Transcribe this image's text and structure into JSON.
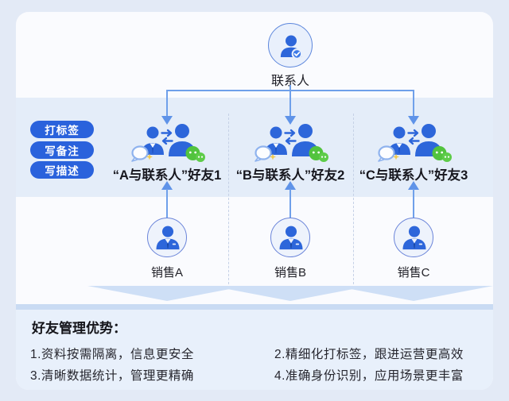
{
  "diagram": {
    "contact": {
      "label": "联系人"
    },
    "action_tags": [
      {
        "label": "打标签"
      },
      {
        "label": "写备注"
      },
      {
        "label": "写描述"
      }
    ],
    "friend_groups": [
      {
        "label": "“A与联系人”好友1"
      },
      {
        "label": "“B与联系人”好友2"
      },
      {
        "label": "“C与联系人”好友3"
      }
    ],
    "sales": [
      {
        "label": "销售A"
      },
      {
        "label": "销售B"
      },
      {
        "label": "销售C"
      }
    ]
  },
  "advantages": {
    "title": "好友管理优势：",
    "items": [
      "1.资料按需隔离，信息更安全",
      "2.精细化打标签，跟进运营更高效",
      "3.清晰数据统计，管理更精确",
      "4.准确身份识别，应用场景更丰富"
    ]
  },
  "icons": {
    "contact": "user-verified-icon",
    "friend_group": "friends-exchange-icon",
    "sales": "business-person-icon",
    "chat": "chat-bubble-icon",
    "wechat": "wechat-green-icon"
  },
  "colors": {
    "page_bg": "#E3EAF6",
    "card_bg": "#FAFBFE",
    "band_bg": "#E4EDF9",
    "panel_bg": "#E8F0FB",
    "accent_blue": "#2A62DC",
    "icon_blue": "#2D66DA",
    "arrow_blue": "#5F93E8",
    "wechat_green": "#52C33E"
  }
}
